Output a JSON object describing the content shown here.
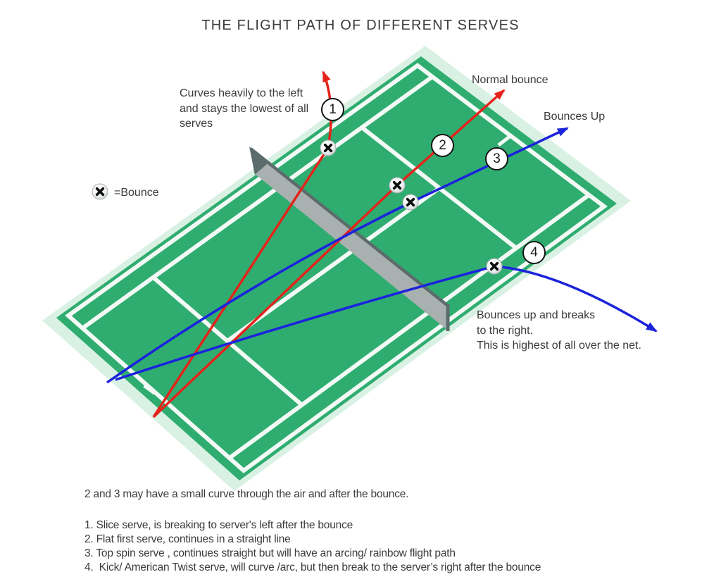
{
  "title": "THE FLIGHT PATH OF DIFFERENT SERVES",
  "annotations": {
    "serve1_note": "Curves heavily to the left\nand stays the lowest of all\nserves",
    "normal_bounce_label": "Normal bounce",
    "bounces_up_label": "Bounces Up",
    "serve4_note": "Bounces up and breaks\nto the right.\nThis is highest of all over the net."
  },
  "legend": {
    "bounce_label": "=Bounce"
  },
  "serve_numbers": {
    "serve1": "1",
    "serve2": "2",
    "serve3": "3",
    "serve4": "4"
  },
  "footer": {
    "note": "2 and 3 may have a small curve through the air and after the bounce.",
    "items": [
      "1. Slice serve, is breaking to server's left after the bounce",
      "2. Flat first serve, continues in a straight line",
      "3. Top spin serve , continues straight but will have an arcing/ rainbow flight path",
      "4.  Kick/ American Twist serve, will curve /arc, but then break to the server’s right after the bounce"
    ]
  },
  "colors": {
    "court_green": "#2FAD70",
    "court_border": "#D9F1E3",
    "court_line": "#F3FAF6",
    "net_gray": "#A9B1B0",
    "net_edge": "#5C6C6C",
    "serve_red": "#E5231B",
    "serve_blue": "#1B23DC",
    "text": "#3B3B3B"
  }
}
